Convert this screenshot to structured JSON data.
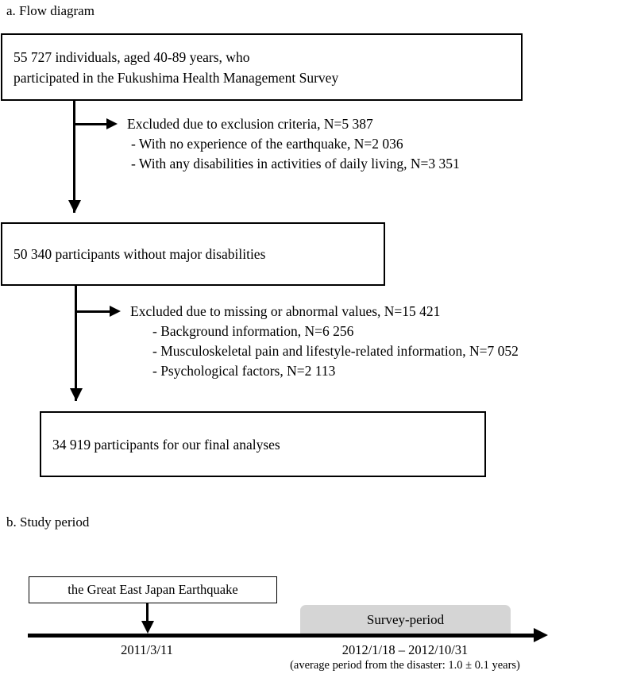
{
  "sections": {
    "a": {
      "heading": "a. Flow diagram"
    },
    "b": {
      "heading": "b. Study period"
    }
  },
  "flow": {
    "box1": {
      "line1": "55 727 individuals, aged 40-89 years, who",
      "line2": "participated in the Fukushima Health Management Survey"
    },
    "exclusion1": {
      "head": "Excluded due to exclusion criteria, N=5 387",
      "items": [
        "- With no experience of the earthquake, N=2 036",
        "- With any disabilities in activities of daily living, N=3 351"
      ]
    },
    "box2": {
      "line1": "50 340 participants without major disabilities"
    },
    "exclusion2": {
      "head": "Excluded due to missing or abnormal values, N=15 421",
      "items": [
        "- Background information, N=6 256",
        "- Musculoskeletal pain and lifestyle-related information, N=7 052",
        "- Psychological factors, N=2 113"
      ]
    },
    "box3": {
      "line1": "34 919 participants for our final analyses"
    }
  },
  "timeline": {
    "event_box_label": "the Great East Japan Earthquake",
    "event_date": "2011/3/11",
    "survey_bar_label": "Survey-period",
    "survey_range": "2012/1/18 – 2012/10/31",
    "survey_note": "(average period from the disaster: 1.0 ± 0.1 years)"
  },
  "colors": {
    "stroke": "#000000",
    "survey_bar_fill": "#d5d5d5",
    "background": "#ffffff"
  }
}
